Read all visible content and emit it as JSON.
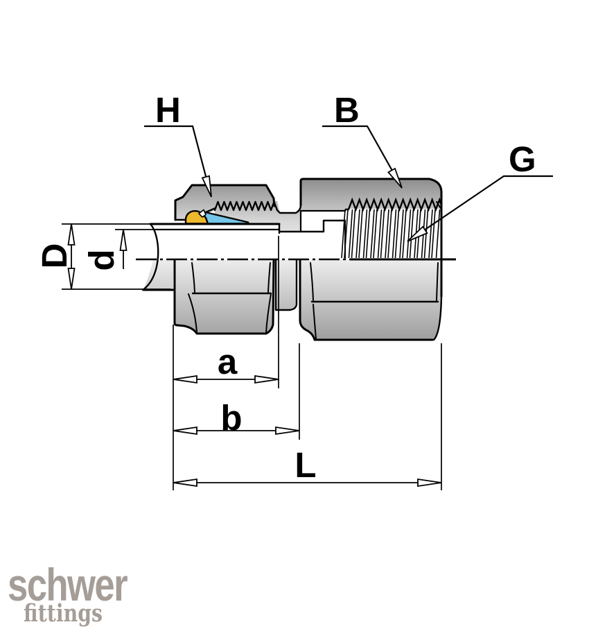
{
  "drawing": {
    "type": "technical-section-drawing",
    "subject": "compression fitting with female thread (half-section view)",
    "labels": {
      "nut": "H",
      "body": "B",
      "thread": "G",
      "tube_outer_diameter": "D",
      "tube_inner_diameter": "d",
      "dim_a": "a",
      "dim_b": "b",
      "dim_length": "L"
    },
    "colors": {
      "outline": "#000000",
      "background": "#ffffff",
      "ferrule_blue": "#76c6e9",
      "ferrule_yellow": "#eeb82d",
      "metal_dark": "#8a8a8a",
      "metal_light": "#f2f2f2",
      "logo_gray": "#a59d97"
    }
  },
  "logo": {
    "name": "schwer",
    "tagline": "fittings"
  }
}
